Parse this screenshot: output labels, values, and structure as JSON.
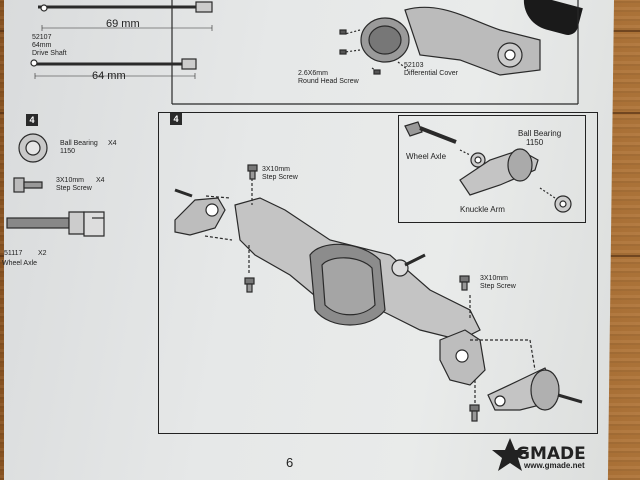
{
  "top_left": {
    "driveshaft_long": {
      "length": "69 mm",
      "part_no": "52107",
      "size": "64mm",
      "name": "Drive Shaft"
    },
    "driveshaft_short": {
      "length": "64 mm"
    }
  },
  "top_right": {
    "screw_label": "2.6X6mm",
    "screw_name": "Round Head Screw",
    "cover_part_no": "52103",
    "cover_name": "Differential Cover"
  },
  "parts_list": {
    "step_number": "4",
    "items": [
      {
        "name": "Ball Bearing",
        "qty": "X4",
        "spec": "1150"
      },
      {
        "name": "3X10mm",
        "qty": "X4",
        "spec": "Step Screw"
      },
      {
        "name": "51117",
        "qty": "X2",
        "spec": "Wheel Axle"
      }
    ]
  },
  "step4": {
    "step_number": "4",
    "inset": {
      "wheel_axle": "Wheel Axle",
      "ball_bearing": "Ball Bearing",
      "ball_bearing_spec": "1150",
      "knuckle_arm": "Knuckle Arm"
    },
    "screw_top": {
      "size": "3X10mm",
      "name": "Step Screw"
    },
    "screw_right": {
      "size": "3X10mm",
      "name": "Step Screw"
    }
  },
  "footer": {
    "page_number": "6",
    "brand": "GMADE",
    "url": "www.gmade.net"
  }
}
